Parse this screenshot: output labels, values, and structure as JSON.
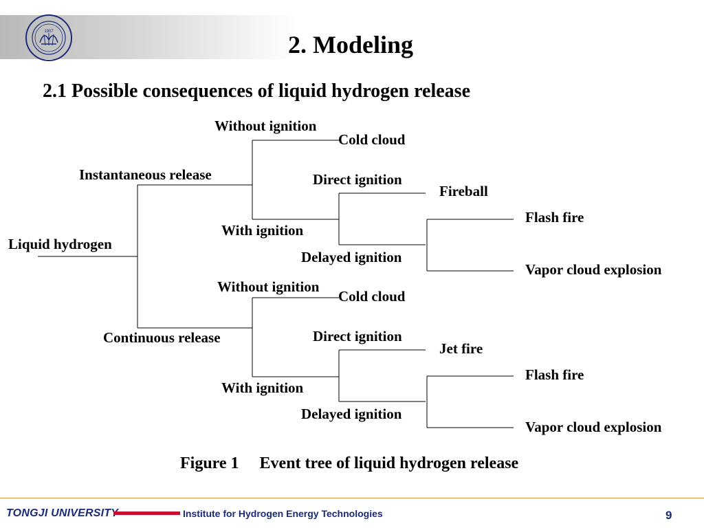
{
  "slide": {
    "title": "2. Modeling",
    "subtitle": "2.1 Possible consequences of liquid hydrogen release"
  },
  "tree": {
    "root": "Liquid hydrogen",
    "instantaneous": {
      "label": "Instantaneous release",
      "without_ignition": "Without ignition",
      "cold_cloud": "Cold cloud",
      "with_ignition": "With ignition",
      "direct_ignition": "Direct ignition",
      "direct_outcome": "Fireball",
      "delayed_ignition": "Delayed ignition",
      "flash_fire": "Flash fire",
      "vce": "Vapor cloud explosion"
    },
    "continuous": {
      "label": "Continuous release",
      "without_ignition": "Without ignition",
      "cold_cloud": "Cold cloud",
      "with_ignition": "With ignition",
      "direct_ignition": "Direct ignition",
      "direct_outcome": "Jet fire",
      "delayed_ignition": "Delayed ignition",
      "flash_fire": "Flash fire",
      "vce": "Vapor cloud explosion"
    }
  },
  "caption": {
    "figure": "Figure 1",
    "text": "Event tree of liquid hydrogen release"
  },
  "footer": {
    "university": "TONGJI UNIVERSITY",
    "institute": "Institute for Hydrogen Energy Technologies",
    "page": "9"
  },
  "colors": {
    "brand_blue": "#1b2a7a",
    "accent_red": "#c8102e",
    "rule_gold": "#d9a03a"
  }
}
